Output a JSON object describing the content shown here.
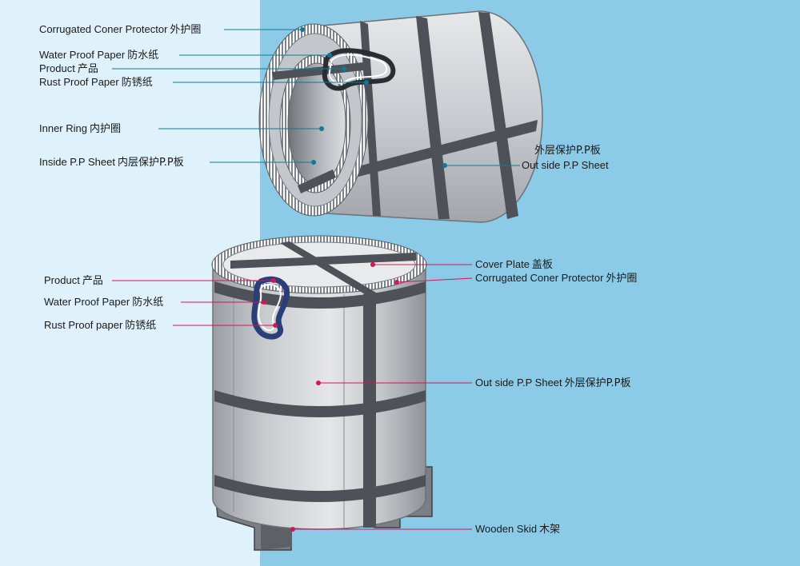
{
  "colors": {
    "left_panel_bg": "#dff1fa",
    "right_panel_bg": "#8ccbe8",
    "steel_light": "#d4d7da",
    "steel_dark": "#8d9196",
    "strap": "#4e5157",
    "leader_top": "#0e7a94",
    "leader_bottom": "#d4145a",
    "grip_outline": "#2c3e7a"
  },
  "top_diagram": {
    "labels": {
      "corrugated": {
        "en": "Corrugated Coner Protector",
        "zh": "外护圈"
      },
      "water_proof": {
        "en": "Water Proof Paper",
        "zh": "防水纸"
      },
      "product": {
        "en": "Product",
        "zh": "产品"
      },
      "rust_proof": {
        "en": "Rust Proof Paper",
        "zh": "防锈纸"
      },
      "inner_ring": {
        "en": "Inner Ring",
        "zh": "内护圈"
      },
      "inside_pp": {
        "en": "Inside P.P Sheet",
        "zh": "内层保护P.P板"
      },
      "outside_zh": "外层保护P.P板",
      "outside_en": "Out side P.P Sheet"
    }
  },
  "bottom_diagram": {
    "labels": {
      "product": {
        "en": "Product",
        "zh": "产品"
      },
      "water_proof": {
        "en": "Water Proof Paper",
        "zh": "防水纸"
      },
      "rust_proof": {
        "en": "Rust Proof paper",
        "zh": "防锈纸"
      },
      "cover_plate": {
        "en": "Cover Plate",
        "zh": "盖板"
      },
      "corrugated": {
        "en": "Corrugated Coner Protector",
        "zh": "外护圈"
      },
      "outside_pp": {
        "en": "Out side P.P Sheet",
        "zh": "外层保护P.P板"
      },
      "wooden_skid": {
        "en": "Wooden Skid",
        "zh": "木架"
      }
    }
  }
}
